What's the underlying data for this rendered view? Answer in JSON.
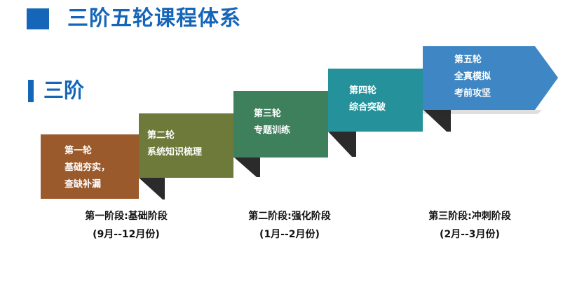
{
  "header": {
    "title": "三阶五轮课程体系",
    "subtitle": "三阶"
  },
  "colors": {
    "accent": "#1565b8",
    "round1": "#9a5a2b",
    "round2": "#6e7a3a",
    "round3": "#3e7f5c",
    "round4": "#24919b",
    "round5": "#3f86c4"
  },
  "rounds": [
    {
      "name": "第一轮",
      "desc": [
        "基础夯实，",
        "查缺补漏"
      ]
    },
    {
      "name": "第二轮",
      "desc": [
        "系统知识梳理"
      ]
    },
    {
      "name": "第三轮",
      "desc": [
        "专题训练"
      ]
    },
    {
      "name": "第四轮",
      "desc": [
        "综合突破"
      ]
    },
    {
      "name": "第五轮",
      "desc": [
        "全真模拟",
        "考前攻坚"
      ]
    }
  ],
  "stages": [
    {
      "name": "第一阶段:基础阶段",
      "period": "(9月--12月份)"
    },
    {
      "name": "第二阶段:强化阶段",
      "period": "(1月--2月份)"
    },
    {
      "name": "第三阶段:冲刺阶段",
      "period": "(2月--3月份)"
    }
  ]
}
